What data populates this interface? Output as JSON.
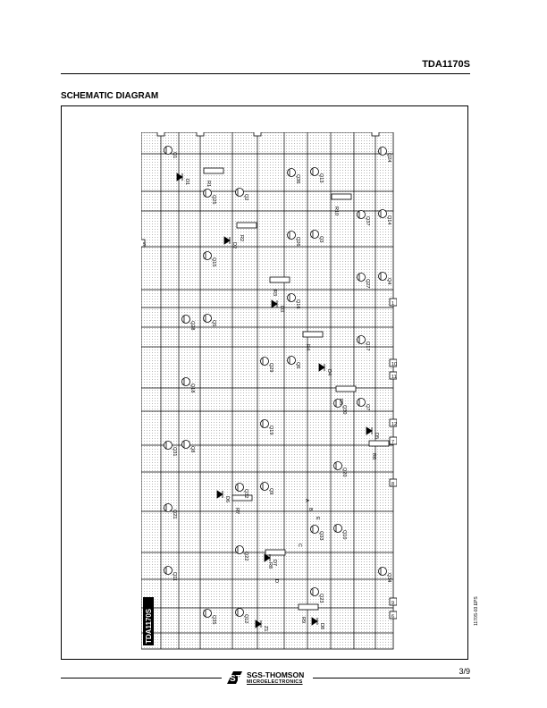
{
  "header": {
    "part_number": "TDA1170S"
  },
  "section": {
    "title": "SCHEMATIC DIAGRAM"
  },
  "diagram": {
    "chip_label": "TDA1170S",
    "pins": [
      "2",
      "3",
      "4",
      "5",
      "1",
      "10",
      "11",
      "12",
      "7",
      "8",
      "9",
      "6",
      "TABS"
    ],
    "transistors": [
      "Q1",
      "Q2",
      "Q3",
      "Q4",
      "Q5",
      "Q6",
      "Q7",
      "Q8",
      "Q9",
      "Q10",
      "Q11",
      "Q12",
      "Q13",
      "Q14",
      "Q15",
      "Q16",
      "Q17",
      "Q18",
      "Q19",
      "Q20",
      "Q21",
      "Q22",
      "Q23",
      "Q24",
      "Q25",
      "Q26",
      "Q27",
      "Q28",
      "Q29",
      "Q30",
      "Q31",
      "Q32",
      "Q33",
      "Q34",
      "Q35",
      "Q36",
      "Q37"
    ],
    "resistors": [
      "R1",
      "R2",
      "R3",
      "R4",
      "R5",
      "R6",
      "R7",
      "R8",
      "R9",
      "R10"
    ],
    "diodes": [
      "D1",
      "D2",
      "D3",
      "D4",
      "D5",
      "D6",
      "D7",
      "D8"
    ],
    "zener": "Z1",
    "nodes": [
      "A",
      "B",
      "C",
      "D",
      "E"
    ]
  },
  "footer": {
    "page": "3/9",
    "brand": "SGS-THOMSON",
    "brand_sub": "MICROELECTRONICS",
    "file_code": "1170S-03.EPS"
  }
}
